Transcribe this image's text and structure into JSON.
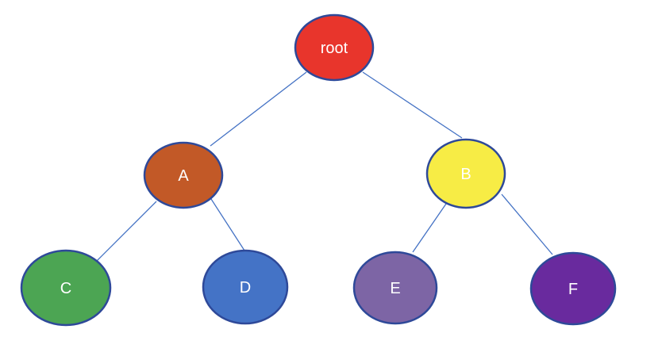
{
  "diagram": {
    "type": "tree",
    "background": "#ffffff",
    "colors": {
      "border": "#2E4999",
      "edge": "#4472C4",
      "label_text": "#ffffff"
    },
    "nodes": [
      {
        "id": "root",
        "label": "root",
        "color": "#E8352C"
      },
      {
        "id": "A",
        "label": "A",
        "color": "#C25927"
      },
      {
        "id": "B",
        "label": "B",
        "color": "#F7EC45"
      },
      {
        "id": "C",
        "label": "C",
        "color": "#4CA553"
      },
      {
        "id": "D",
        "label": "D",
        "color": "#4473C6"
      },
      {
        "id": "E",
        "label": "E",
        "color": "#7D65A5"
      },
      {
        "id": "F",
        "label": "F",
        "color": "#692A9E"
      }
    ],
    "edges": [
      {
        "from": "root",
        "to": "A"
      },
      {
        "from": "root",
        "to": "B"
      },
      {
        "from": "A",
        "to": "C"
      },
      {
        "from": "A",
        "to": "D"
      },
      {
        "from": "B",
        "to": "E"
      },
      {
        "from": "B",
        "to": "F"
      }
    ]
  }
}
